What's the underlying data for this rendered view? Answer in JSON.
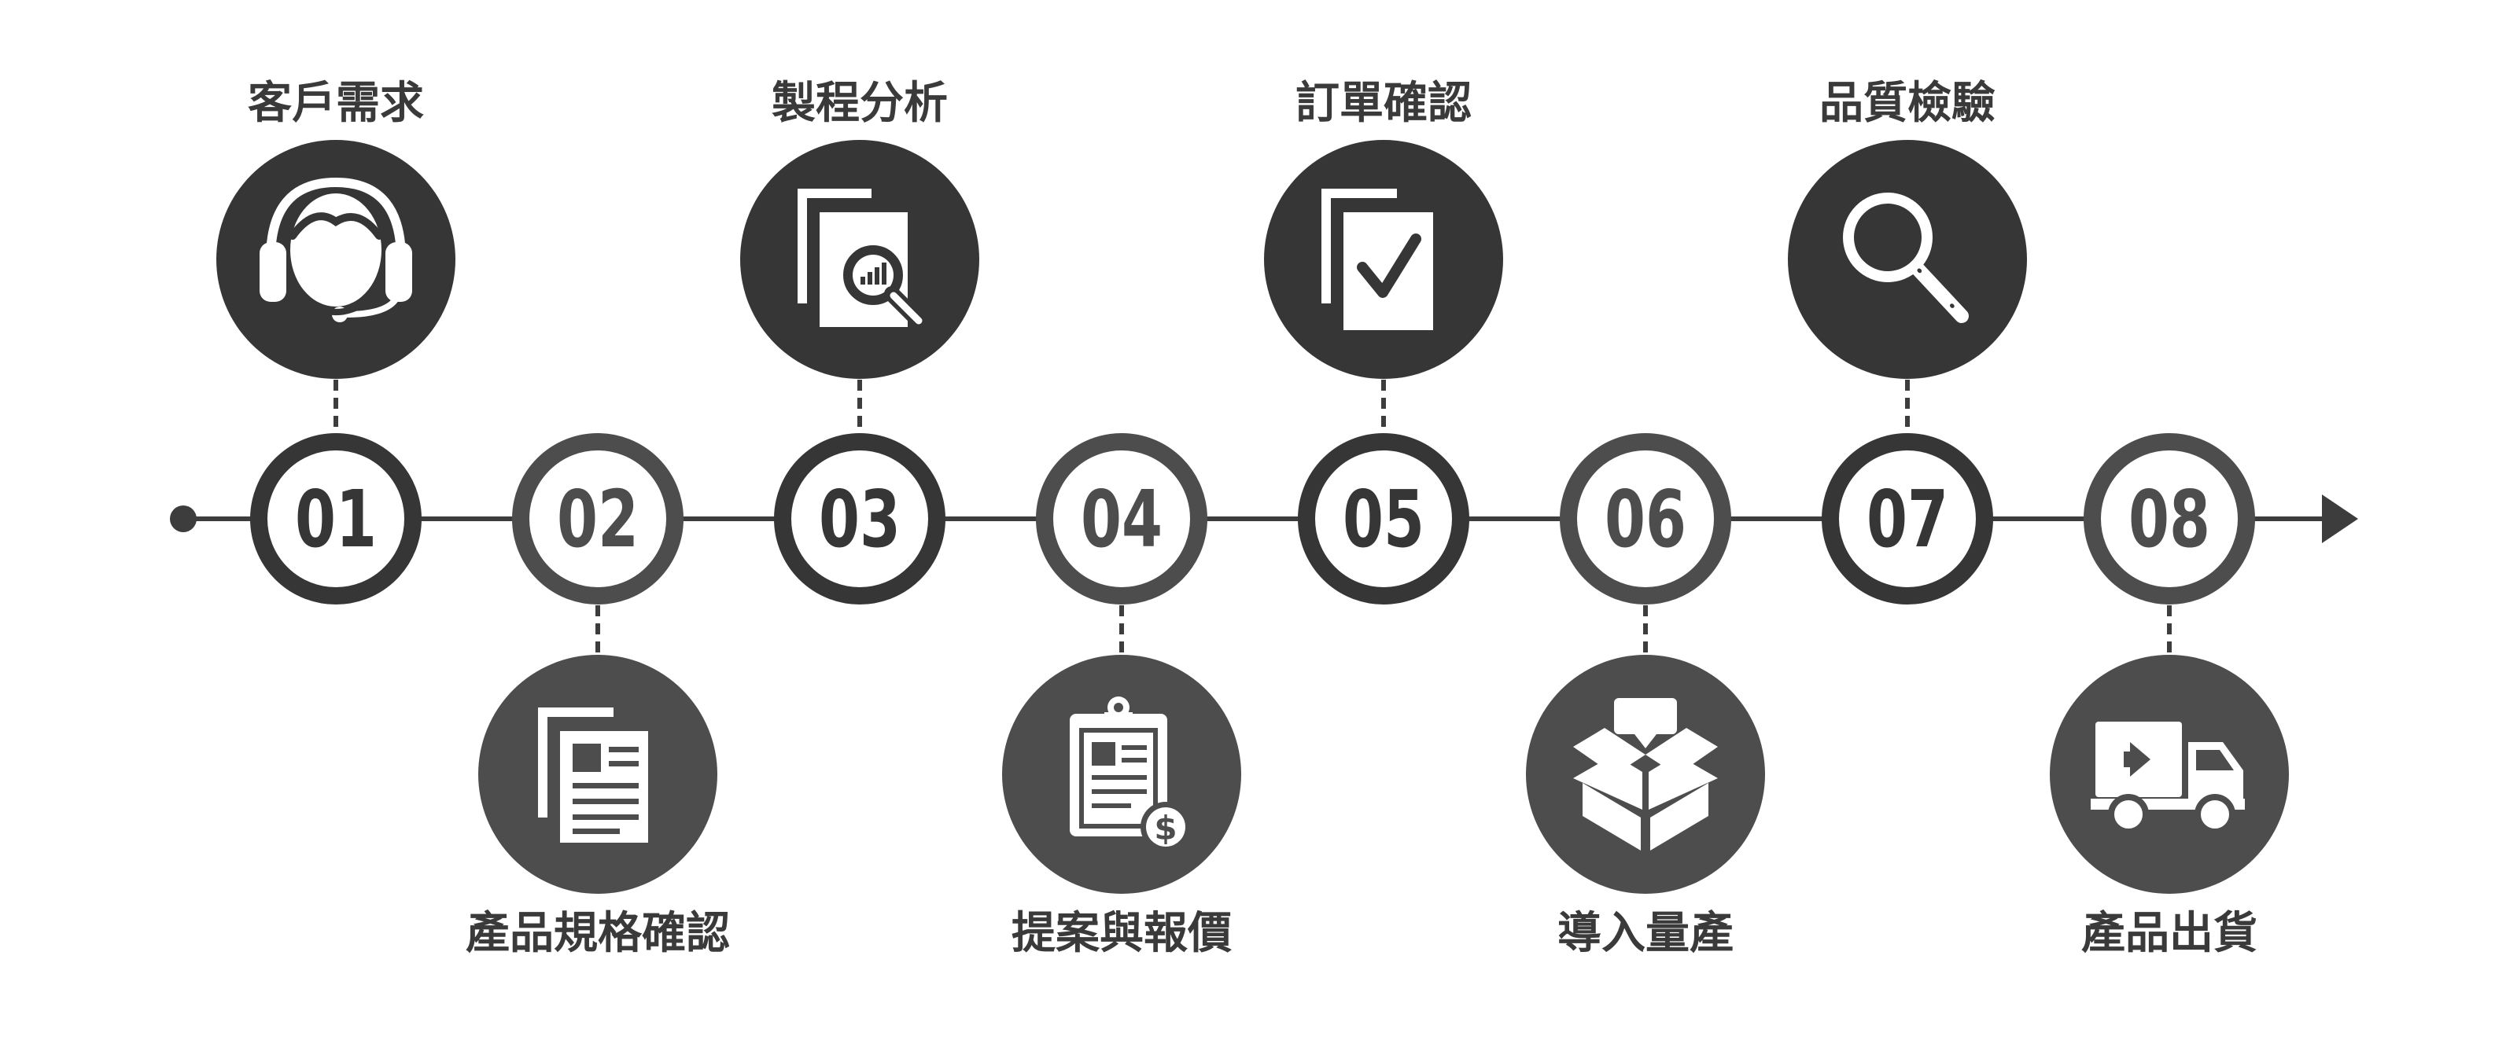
{
  "colors": {
    "dark": "#363636",
    "medium": "#4d4d4d",
    "line": "#3d3d3d",
    "background": "#ffffff"
  },
  "steps": [
    {
      "num": "01",
      "label": "客戶需求",
      "icon": "customer-service-headset-icon"
    },
    {
      "num": "02",
      "label": "產品規格確認",
      "icon": "document-spec-icon"
    },
    {
      "num": "03",
      "label": "製程分析",
      "icon": "document-analysis-magnifier-icon"
    },
    {
      "num": "04",
      "label": "提案與報價",
      "icon": "clipboard-quote-dollar-icon"
    },
    {
      "num": "05",
      "label": "訂單確認",
      "icon": "document-checkmark-icon"
    },
    {
      "num": "06",
      "label": "導入量產",
      "icon": "open-box-production-icon"
    },
    {
      "num": "07",
      "label": "品質檢驗",
      "icon": "magnifying-glass-icon"
    },
    {
      "num": "08",
      "label": "產品出貨",
      "icon": "delivery-truck-icon"
    }
  ]
}
